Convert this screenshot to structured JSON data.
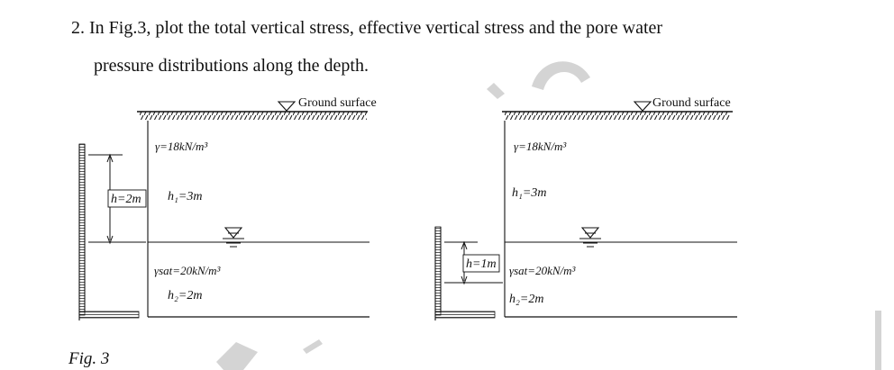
{
  "question": {
    "line1": "2. In Fig.3, plot the total vertical stress, effective vertical stress and the pore water",
    "line2": "pressure distributions along the depth."
  },
  "figure_caption": "Fig. 3",
  "left_diagram": {
    "ground_label": "Ground surface",
    "gamma": "γ=18kN/m³",
    "h1": "h₁=3m",
    "gamma_sat": "γsat=20kN/m³",
    "h2": "h₂=2m",
    "h_piezometer": "h=2m"
  },
  "right_diagram": {
    "ground_label": "Ground surface",
    "gamma": "γ=18kN/m³",
    "h1": "h₁=3m",
    "gamma_sat": "γsat=20kN/m³",
    "h2": "h₂=2m",
    "h_piezometer": "h=1m"
  },
  "colors": {
    "ink": "#111111",
    "watermark": "#d8d8d8"
  }
}
